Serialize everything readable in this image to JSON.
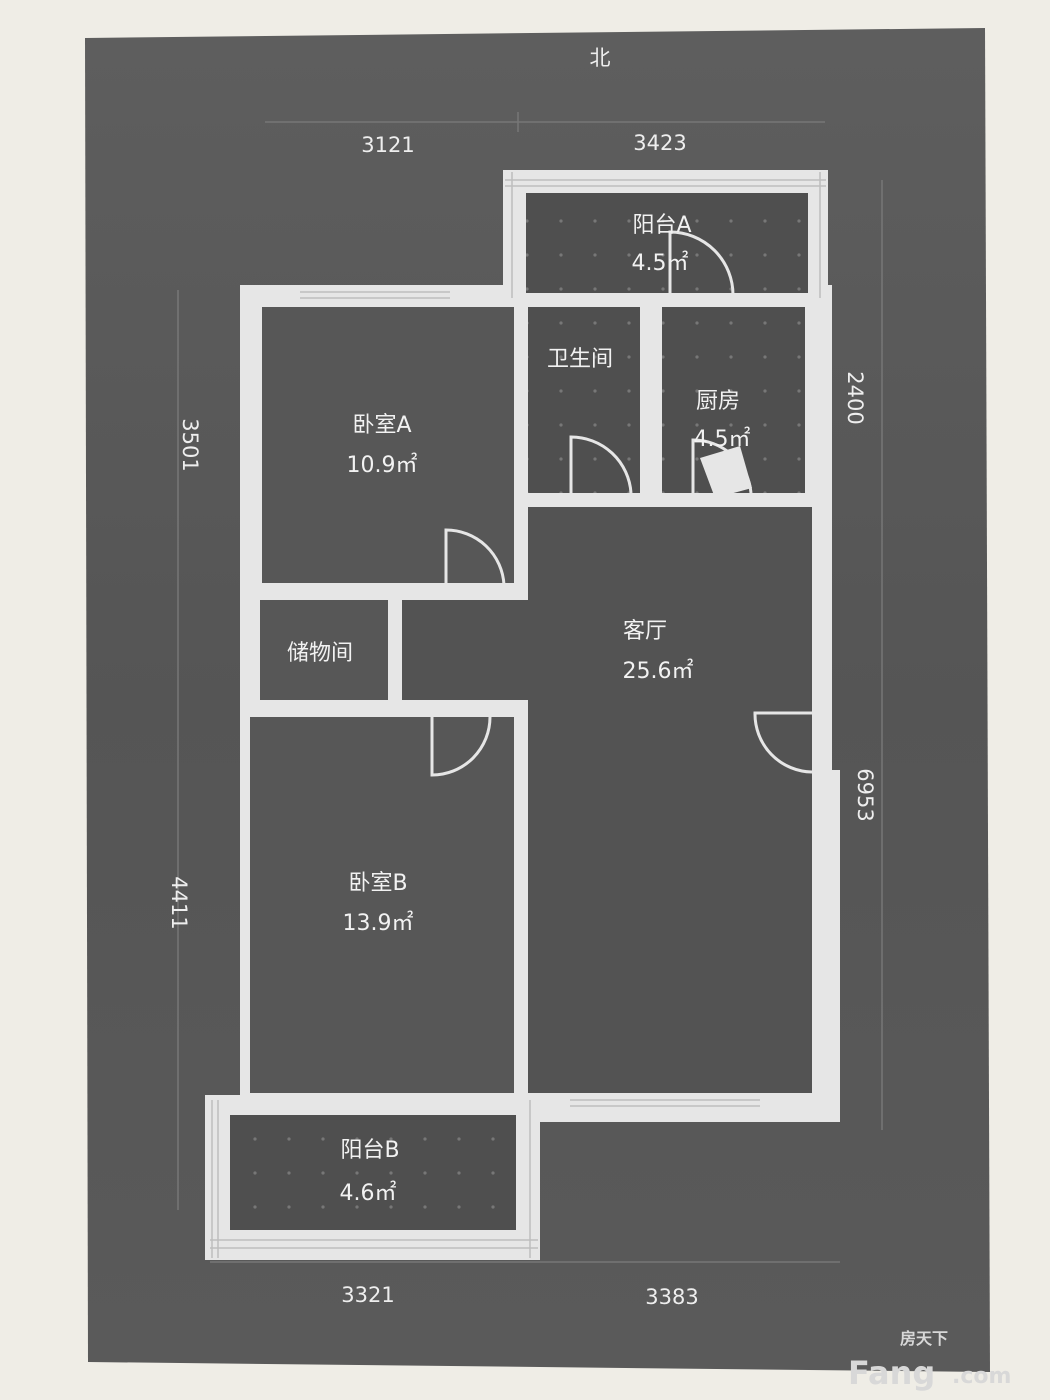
{
  "plan": {
    "north_label": "北",
    "rooms": {
      "balcony_a": {
        "name": "阳台A",
        "area": "4.5㎡"
      },
      "bathroom": {
        "name": "卫生间"
      },
      "kitchen": {
        "name": "厨房",
        "area": "4.5㎡"
      },
      "bedroom_a": {
        "name": "卧室A",
        "area": "10.9㎡"
      },
      "storage": {
        "name": "储物间"
      },
      "living": {
        "name": "客厅",
        "area": "25.6㎡"
      },
      "bedroom_b": {
        "name": "卧室B",
        "area": "13.9㎡"
      },
      "balcony_b": {
        "name": "阳台B",
        "area": "4.6㎡"
      }
    },
    "dimensions": {
      "top_left": "3121",
      "top_right": "3423",
      "left_upper": "3501",
      "left_lower": "4411",
      "right_upper": "2400",
      "right_lower": "6953",
      "bottom_left": "3321",
      "bottom_right": "3383"
    }
  },
  "watermark": {
    "cn": "房天下",
    "en_brand": "Fang",
    "en_domain": ".com"
  }
}
